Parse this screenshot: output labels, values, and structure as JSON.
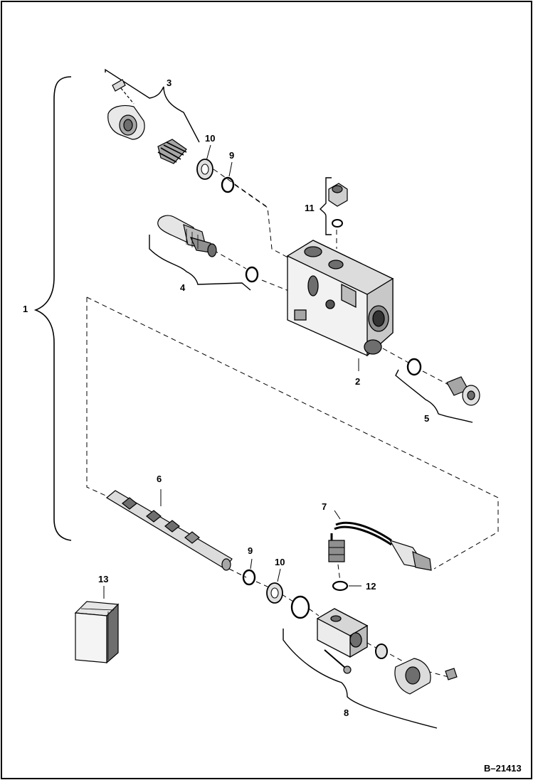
{
  "callouts": {
    "c1": "1",
    "c2": "2",
    "c3": "3",
    "c4": "4",
    "c5": "5",
    "c6": "6",
    "c7": "7",
    "c8": "8",
    "c9a": "9",
    "c9b": "9",
    "c10a": "10",
    "c10b": "10",
    "c11": "11",
    "c12": "12",
    "c13": "13"
  },
  "figure_id": "B–21413",
  "colors": {
    "line": "#000000",
    "shade": "#6e6e6e",
    "light": "#d9d9d9",
    "mid": "#a6a6a6"
  }
}
